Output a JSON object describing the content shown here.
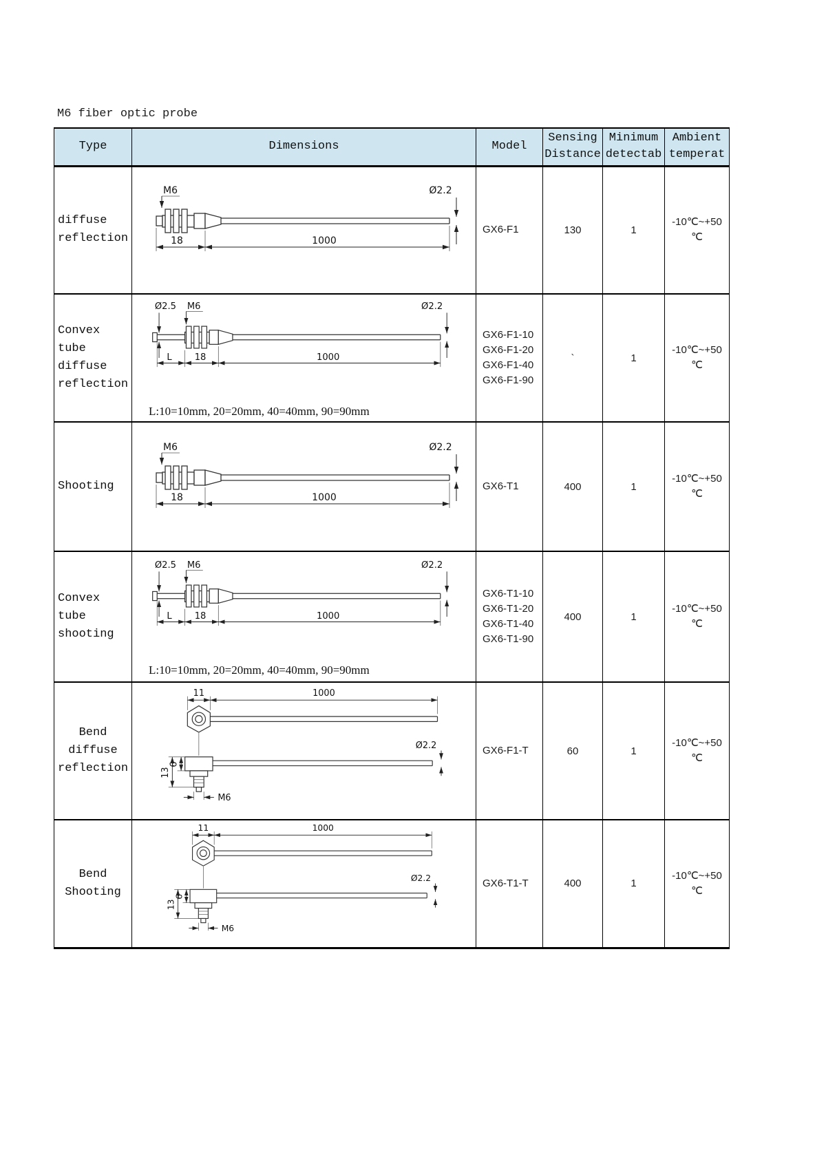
{
  "page": {
    "title": "M6 fiber optic probe"
  },
  "colors": {
    "header_bg": "#cfe6f0",
    "table_line": "#000000"
  },
  "header": {
    "type": "Type",
    "dimensions": "Dimensions",
    "model": "Model",
    "sensing1": "Sensing",
    "sensing2": "Distance",
    "minimum1": "Minimum",
    "minimum2": "detectab",
    "ambient1": "Ambient",
    "ambient2": "temperat"
  },
  "rows": [
    {
      "type": "diffuse reflection",
      "drawing": {
        "m6": "M6",
        "dia_cable": "Ø2.2",
        "len_thread": "18",
        "len_cable": "1000"
      },
      "model": "GX6-F1",
      "sensing": "130",
      "minimum": "1",
      "ambient": "-10℃~+50",
      "ambient_unit": "℃"
    },
    {
      "type": "Convex tube diffuse reflection",
      "drawing": {
        "dia_tube": "Ø2.5",
        "m6": "M6",
        "dia_cable": "Ø2.2",
        "len_tube": "L",
        "len_thread": "18",
        "len_cable": "1000",
        "note": "L:10=10mm, 20=20mm, 40=40mm, 90=90mm"
      },
      "models": [
        "GX6-F1-10",
        "GX6-F1-20",
        "GX6-F1-40",
        "GX6-F1-90"
      ],
      "sensing": "`",
      "minimum": "1",
      "ambient": "-10℃~+50",
      "ambient_unit": "℃"
    },
    {
      "type": "Shooting",
      "drawing": {
        "m6": "M6",
        "dia_cable": "Ø2.2",
        "len_thread": "18",
        "len_cable": "1000"
      },
      "model": "GX6-T1",
      "sensing": "400",
      "minimum": "1",
      "ambient": "-10℃~+50",
      "ambient_unit": "℃"
    },
    {
      "type": "Convex tube shooting",
      "drawing": {
        "dia_tube": "Ø2.5",
        "m6": "M6",
        "dia_cable": "Ø2.2",
        "len_tube": "L",
        "len_thread": "18",
        "len_cable": "1000",
        "note": "L:10=10mm, 20=20mm, 40=40mm, 90=90mm"
      },
      "models": [
        "GX6-T1-10",
        "GX6-T1-20",
        "GX6-T1-40",
        "GX6-T1-90"
      ],
      "sensing": "400",
      "minimum": "1",
      "ambient": "-10℃~+50",
      "ambient_unit": "℃"
    },
    {
      "type": "Bend diffuse reflection",
      "drawing": {
        "nut_w": "11",
        "len_cable": "1000",
        "dia_cable": "Ø2.2",
        "h13": "13",
        "h6": "6",
        "m6": "M6"
      },
      "model": "GX6-F1-T",
      "sensing": "60",
      "minimum": "1",
      "ambient": "-10℃~+50",
      "ambient_unit": "℃"
    },
    {
      "type": "Bend Shooting",
      "drawing": {
        "nut_w": "11",
        "len_cable": "1000",
        "dia_cable": "Ø2.2",
        "h13": "13",
        "h6": "6",
        "m6": "M6"
      },
      "model": "GX6-T1-T",
      "sensing": "400",
      "minimum": "1",
      "ambient": "-10℃~+50",
      "ambient_unit": "℃"
    }
  ]
}
